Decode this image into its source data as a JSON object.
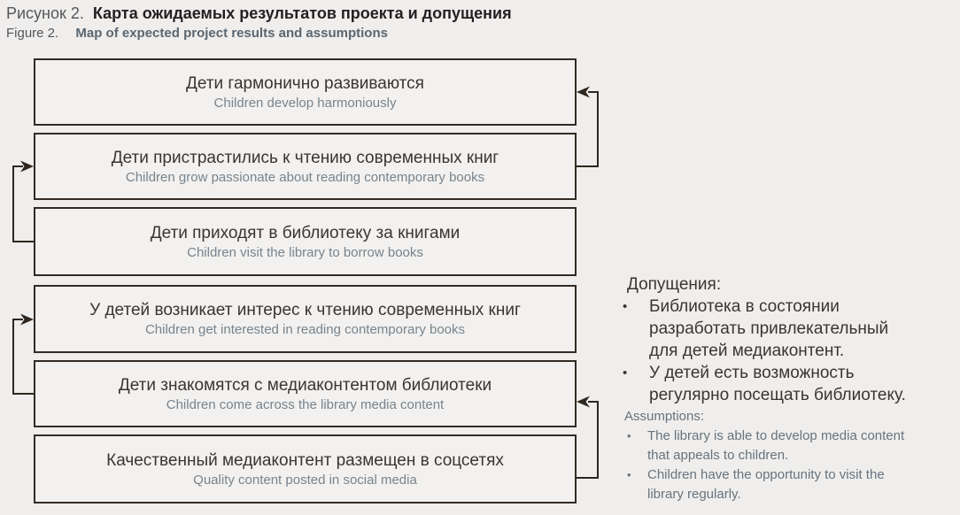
{
  "title": {
    "ru_label": "Рисунок 2.",
    "ru_text": "Карта ожидаемых результатов проекта и допущения",
    "en_label": "Figure 2.",
    "en_text": "Map of expected project results and assumptions"
  },
  "diagram": {
    "boxes": [
      {
        "id": 1,
        "ru": "Дети гармонично развиваются",
        "en": "Children develop harmoniously"
      },
      {
        "id": 2,
        "ru": "Дети пристрастились к чтению современных книг",
        "en": "Children grow passionate about reading contemporary books"
      },
      {
        "id": 3,
        "ru": "Дети приходят в библиотеку за книгами",
        "en": "Children visit the library to borrow books"
      },
      {
        "id": 4,
        "ru": "У детей возникает интерес к чтению современных книг",
        "en": "Children get interested in reading contemporary books"
      },
      {
        "id": 5,
        "ru": "Дети знакомятся с медиаконтентом библиотеки",
        "en": "Children come across the library media content"
      },
      {
        "id": 6,
        "ru": "Качественный медиаконтент размещен в соцсетях",
        "en": "Quality content posted in social media"
      }
    ],
    "connectors": [
      {
        "from": "box-2",
        "to": "box-1",
        "side": "right"
      },
      {
        "from": "box-3",
        "to": "box-2",
        "side": "left"
      },
      {
        "from": "box-5",
        "to": "box-4",
        "side": "left"
      },
      {
        "from": "box-6",
        "to": "box-5",
        "side": "right"
      }
    ]
  },
  "assumptions": {
    "ru_heading": "Допущения:",
    "ru_bullet": "•",
    "ru_items": [
      "Библиотека в состоянии разработать привлекательный для детей медиаконтент.",
      "У детей есть возможность регулярно посещать библиотеку."
    ],
    "en_heading": "Assumptions:",
    "en_bullet": "•",
    "en_items": [
      "The library is able to develop media content that appeals to children.",
      "Children have the opportunity to visit the library regularly."
    ]
  },
  "colors": {
    "background": "#efeeec",
    "box_fill": "#f2f1ef",
    "box_border": "#332b24",
    "connector": "#2e261f",
    "ru_text": "#3a3531",
    "en_text_box": "#78838d",
    "en_text_panel": "#68737d",
    "title_bold_ru": "#242021",
    "title_bold_en": "#5b6670",
    "title_label": "#55565a"
  }
}
